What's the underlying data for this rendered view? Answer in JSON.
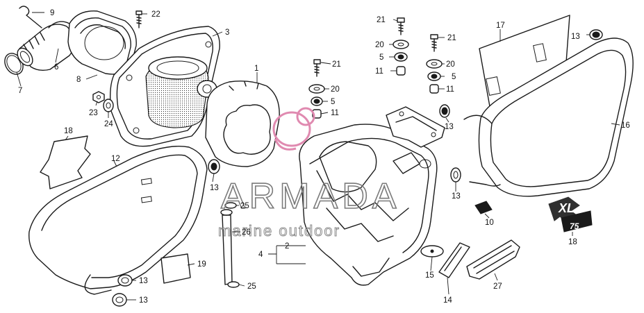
{
  "watermark": {
    "brand": "ARMADA",
    "tagline": "marine outdoor",
    "logo_color": "#e08ab0",
    "text_color": "#7a7a7a"
  },
  "labels": [
    {
      "id": "label-9",
      "text": "9"
    },
    {
      "id": "label-22",
      "text": "22"
    },
    {
      "id": "label-3",
      "text": "3"
    },
    {
      "id": "label-6",
      "text": "6"
    },
    {
      "id": "label-7",
      "text": "7"
    },
    {
      "id": "label-8",
      "text": "8"
    },
    {
      "id": "label-1",
      "text": "1"
    },
    {
      "id": "label-23",
      "text": "23"
    },
    {
      "id": "label-24",
      "text": "24"
    },
    {
      "id": "label-18a",
      "text": "18"
    },
    {
      "id": "label-12",
      "text": "12"
    },
    {
      "id": "label-13a",
      "text": "13"
    },
    {
      "id": "label-13b",
      "text": "13"
    },
    {
      "id": "label-13c",
      "text": "13"
    },
    {
      "id": "label-19",
      "text": "19"
    },
    {
      "id": "label-25a",
      "text": "25"
    },
    {
      "id": "label-26",
      "text": "26"
    },
    {
      "id": "label-25b",
      "text": "25"
    },
    {
      "id": "label-4",
      "text": "4"
    },
    {
      "id": "label-2",
      "text": "2"
    },
    {
      "id": "label-21a",
      "text": "21"
    },
    {
      "id": "label-20a",
      "text": "20"
    },
    {
      "id": "label-5a",
      "text": "5"
    },
    {
      "id": "label-11a",
      "text": "11"
    },
    {
      "id": "label-21b",
      "text": "21"
    },
    {
      "id": "label-20b",
      "text": "20"
    },
    {
      "id": "label-5b",
      "text": "5"
    },
    {
      "id": "label-11b",
      "text": "11"
    },
    {
      "id": "label-21c",
      "text": "21"
    },
    {
      "id": "label-20c",
      "text": "20"
    },
    {
      "id": "label-5c",
      "text": "5"
    },
    {
      "id": "label-11c",
      "text": "11"
    },
    {
      "id": "label-17",
      "text": "17"
    },
    {
      "id": "label-13d",
      "text": "13"
    },
    {
      "id": "label-13e",
      "text": "13"
    },
    {
      "id": "label-16",
      "text": "16"
    },
    {
      "id": "label-13f",
      "text": "13"
    },
    {
      "id": "label-10",
      "text": "10"
    },
    {
      "id": "label-18b",
      "text": "18"
    },
    {
      "id": "label-15",
      "text": "15"
    },
    {
      "id": "label-14",
      "text": "14"
    },
    {
      "id": "label-27",
      "text": "27"
    }
  ],
  "emblem": {
    "text": "XL",
    "subtext": "75"
  }
}
